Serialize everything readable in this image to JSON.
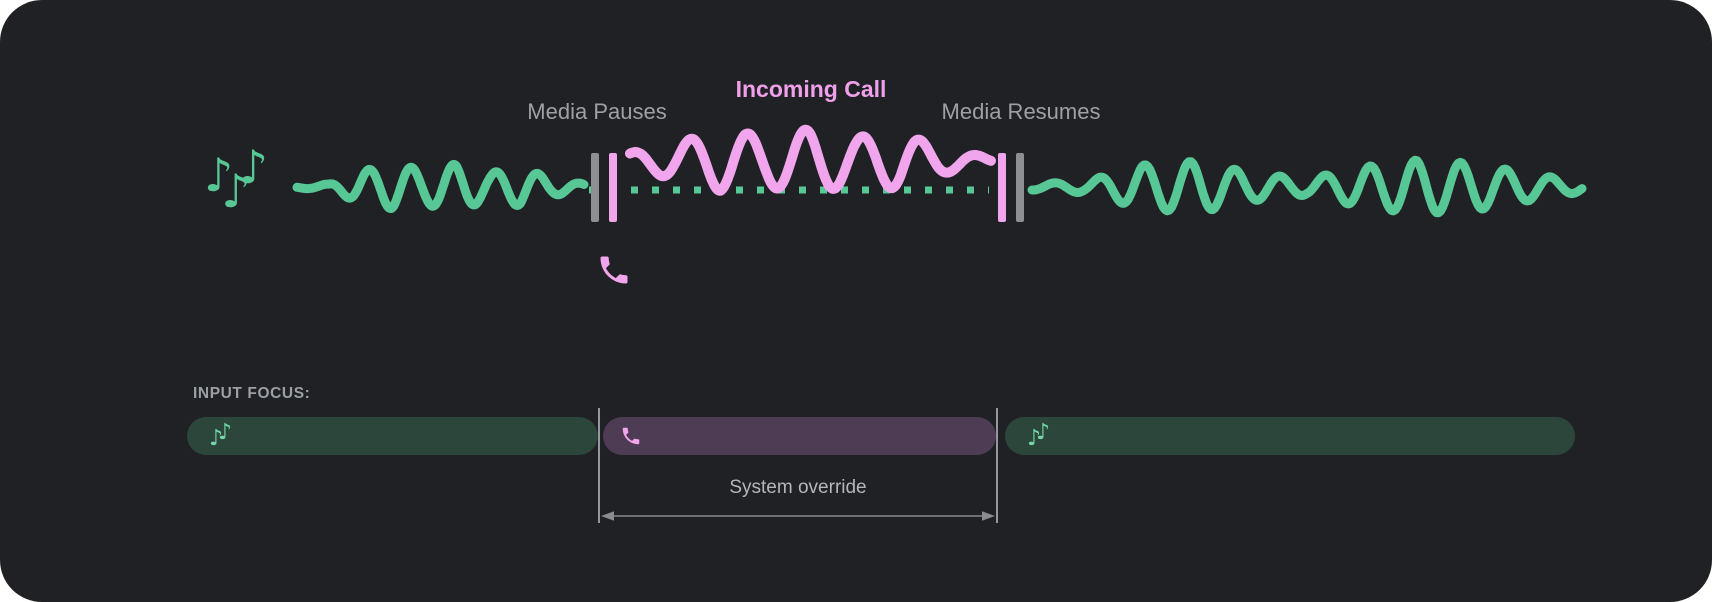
{
  "colors": {
    "panel_bg": "#202124",
    "media_green": "#57c795",
    "call_pink": "#f1a5ec",
    "barrier_gray": "#8e8f93",
    "focus_media_bg": "#2c463b",
    "focus_call_bg": "#4d3c54"
  },
  "glyphs": {
    "music_note": "♪"
  },
  "timeline": {
    "media_pauses_label": "Media Pauses",
    "incoming_call_label": "Incoming Call",
    "media_resumes_label": "Media Resumes"
  },
  "input_focus": {
    "heading": "INPUT FOCUS:",
    "system_override_label": "System override",
    "segments": [
      {
        "type": "media",
        "icon": "music-notes-icon"
      },
      {
        "type": "call",
        "icon": "phone-icon"
      },
      {
        "type": "media",
        "icon": "music-notes-icon"
      }
    ]
  }
}
